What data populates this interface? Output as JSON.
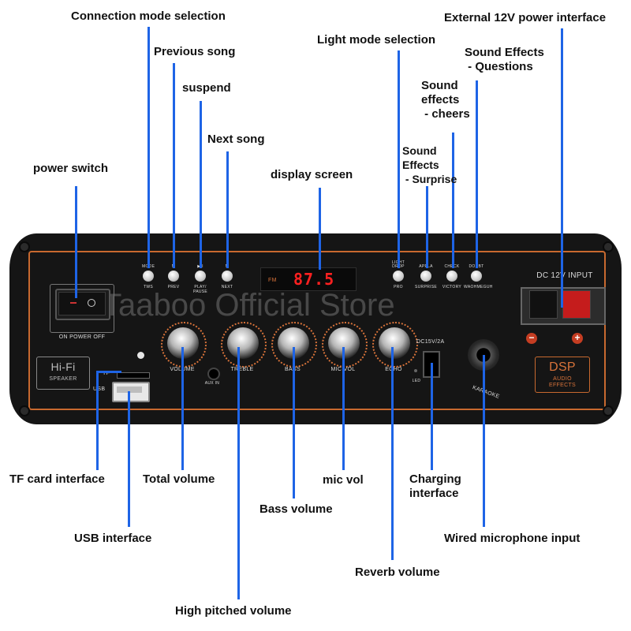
{
  "watermark": "Taaboo Official Store",
  "callouts": {
    "connection_mode": "Connection mode selection",
    "previous_song": "Previous song",
    "suspend": "suspend",
    "next_song": "Next song",
    "power_switch": "power switch",
    "display_screen": "display screen",
    "light_mode": "Light mode selection",
    "sfx_questions": "Sound Effects\n - Questions",
    "sfx_cheers": "Sound\neffects\n - cheers",
    "sfx_surprise": "Sound\nEffects\n - Surprise",
    "ext_power": "External 12V power interface",
    "tf_card": "TF card interface",
    "usb": "USB interface",
    "total_volume": "Total volume",
    "high_pitched": "High pitched volume",
    "bass_volume": "Bass volume",
    "mic_vol": "mic vol",
    "reverb": "Reverb volume",
    "charging": "Charging\ninterface",
    "wired_mic": "Wired microphone input"
  },
  "panel": {
    "buttons_left": [
      {
        "top": "MODE",
        "bottom": "TWS"
      },
      {
        "top": "M",
        "bottom": "PREV"
      },
      {
        "top": "▶II",
        "bottom": "PLAY/\nPAUSE"
      },
      {
        "top": "M",
        "bottom": "NEXT"
      }
    ],
    "buttons_right": [
      {
        "top": "LIGHT\nDROP",
        "bottom": "PRO"
      },
      {
        "top": "APPLA",
        "bottom": "SURPRISE"
      },
      {
        "top": "CHECK",
        "bottom": "VICTORY"
      },
      {
        "top": "DOUBT",
        "bottom": "WAOHMEGUH"
      }
    ],
    "display_text": "87.5",
    "display_tag": "FM",
    "switch_label": "ON   POWER OFF",
    "hifi_title": "Hi-Fi",
    "hifi_sub": "SPEAKER",
    "tf_label": "TF",
    "usb_label": "USB",
    "aux_label": "AUX IN",
    "knobs": [
      "VOLUME",
      "TREBLE",
      "BASS",
      "MIC VOL",
      "ECHO"
    ],
    "dc_rating": "DC15V/2A",
    "led_label": "LED",
    "karaoke_label": "KARAOKE",
    "dc_input_label": "DC 12V INPUT",
    "dsp_title": "DSP",
    "dsp_sub": "AUDIO\nEFFECTS",
    "minus": "−",
    "plus": "+"
  },
  "colors": {
    "leader": "#1e64e6",
    "panel": "#151515",
    "accent": "#c8692f",
    "display": "#ff2020"
  }
}
